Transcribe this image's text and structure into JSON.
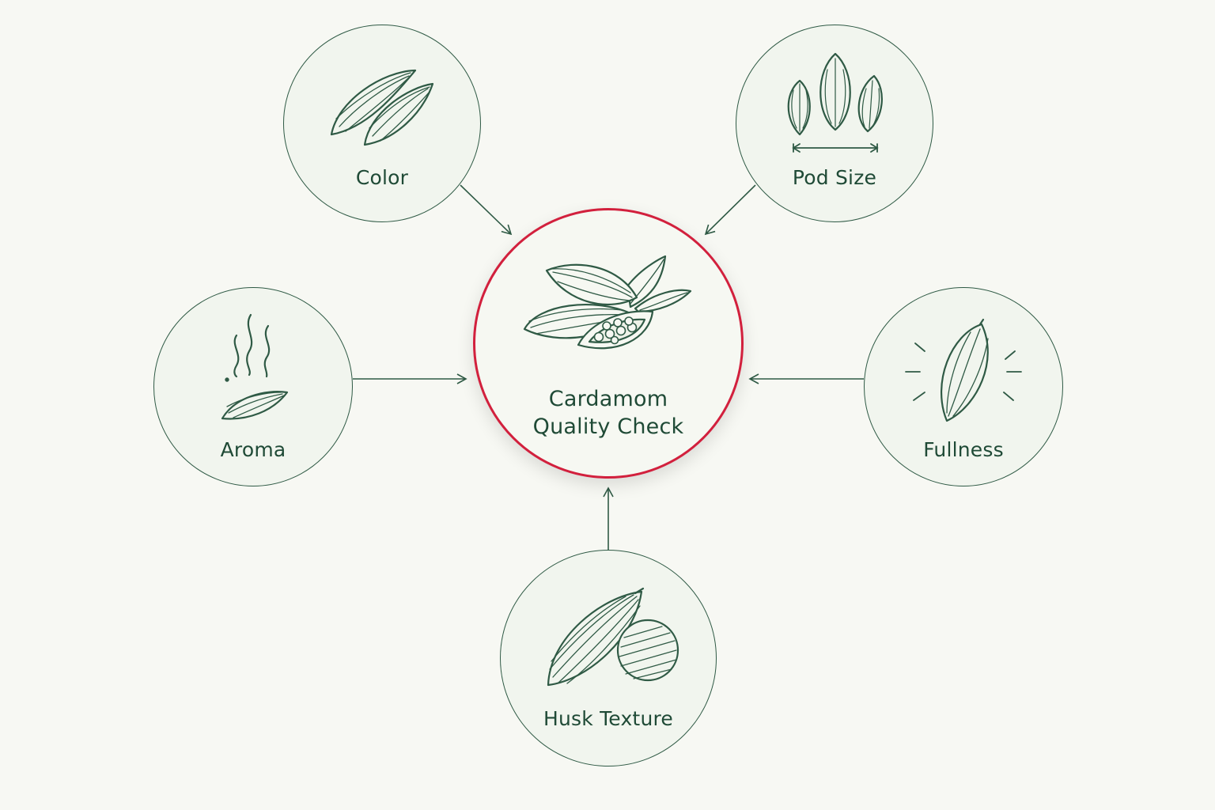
{
  "center": {
    "title_line1": "Cardamom",
    "title_line2": "Quality Check",
    "icon": "cardamom-pods-icon"
  },
  "factors": [
    {
      "id": "color",
      "label": "Color",
      "icon": "two-pods-icon"
    },
    {
      "id": "pod-size",
      "label": "Pod Size",
      "icon": "pod-size-icon"
    },
    {
      "id": "aroma",
      "label": "Aroma",
      "icon": "aroma-icon"
    },
    {
      "id": "fullness",
      "label": "Fullness",
      "icon": "fullness-icon"
    },
    {
      "id": "husk-texture",
      "label": "Husk Texture",
      "icon": "husk-texture-icon"
    }
  ],
  "colors": {
    "ink": "#1f4a36",
    "line": "#2f5a45",
    "accent": "#d2203d",
    "background": "#f7f8f3"
  }
}
